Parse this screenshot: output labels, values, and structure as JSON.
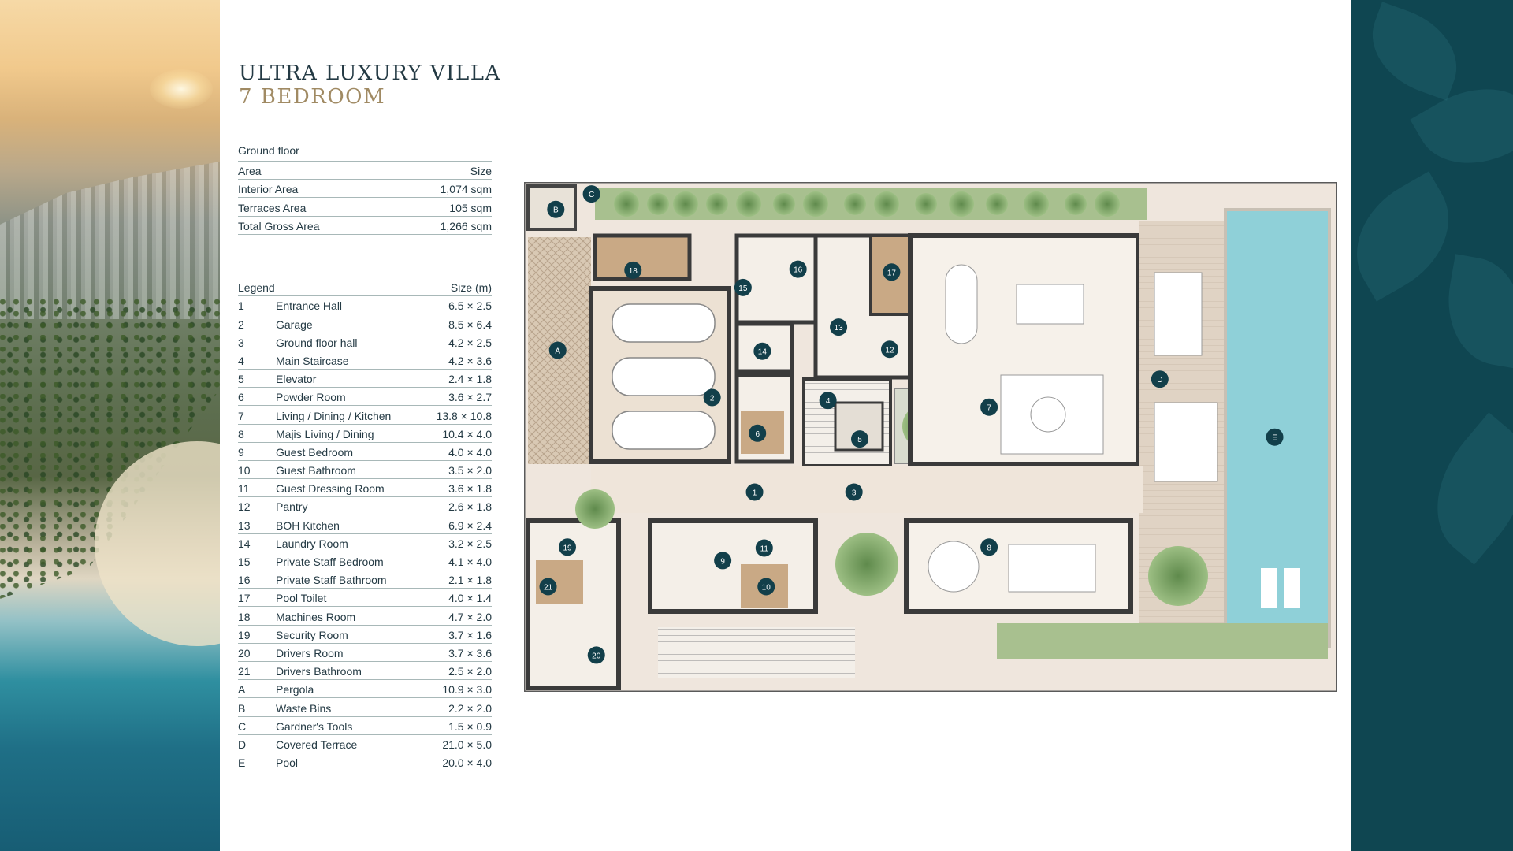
{
  "title": {
    "line1": "ULTRA LUXURY VILLA",
    "line2": "7 BEDROOM"
  },
  "ground_floor": {
    "heading": "Ground floor",
    "col_area": "Area",
    "col_size": "Size",
    "rows": [
      {
        "area": "Interior Area",
        "size": "1,074 sqm"
      },
      {
        "area": "Terraces Area",
        "size": "105 sqm"
      },
      {
        "area": "Total Gross Area",
        "size": "1,266 sqm"
      }
    ]
  },
  "legend": {
    "col_legend": "Legend",
    "col_size": "Size (m)",
    "rows": [
      {
        "code": "1",
        "name": "Entrance Hall",
        "size": "6.5 × 2.5"
      },
      {
        "code": "2",
        "name": "Garage",
        "size": "8.5 × 6.4"
      },
      {
        "code": "3",
        "name": "Ground floor hall",
        "size": "4.2 × 2.5"
      },
      {
        "code": "4",
        "name": "Main Staircase",
        "size": "4.2 × 3.6"
      },
      {
        "code": "5",
        "name": "Elevator",
        "size": "2.4 × 1.8"
      },
      {
        "code": "6",
        "name": "Powder Room",
        "size": "3.6 × 2.7"
      },
      {
        "code": "7",
        "name": "Living / Dining / Kitchen",
        "size": "13.8 × 10.8"
      },
      {
        "code": "8",
        "name": "Majis Living / Dining",
        "size": "10.4 × 4.0"
      },
      {
        "code": "9",
        "name": "Guest Bedroom",
        "size": "4.0 × 4.0"
      },
      {
        "code": "10",
        "name": "Guest Bathroom",
        "size": "3.5 × 2.0"
      },
      {
        "code": "11",
        "name": "Guest Dressing Room",
        "size": "3.6 × 1.8"
      },
      {
        "code": "12",
        "name": "Pantry",
        "size": "2.6 × 1.8"
      },
      {
        "code": "13",
        "name": "BOH Kitchen",
        "size": "6.9 × 2.4"
      },
      {
        "code": "14",
        "name": "Laundry Room",
        "size": "3.2 × 2.5"
      },
      {
        "code": "15",
        "name": "Private Staff Bedroom",
        "size": "4.1 × 4.0"
      },
      {
        "code": "16",
        "name": "Private Staff Bathroom",
        "size": "2.1 × 1.8"
      },
      {
        "code": "17",
        "name": "Pool Toilet",
        "size": "4.0 × 1.4"
      },
      {
        "code": "18",
        "name": "Machines Room",
        "size": "4.7 × 2.0"
      },
      {
        "code": "19",
        "name": "Security Room",
        "size": "3.7 × 1.6"
      },
      {
        "code": "20",
        "name": "Drivers Room",
        "size": "3.7 × 3.6"
      },
      {
        "code": "21",
        "name": "Drivers Bathroom",
        "size": "2.5 × 2.0"
      },
      {
        "code": "A",
        "name": "Pergola",
        "size": "10.9 × 3.0"
      },
      {
        "code": "B",
        "name": "Waste Bins",
        "size": "2.2 × 2.0"
      },
      {
        "code": "C",
        "name": "Gardner's Tools",
        "size": "1.5 × 0.9"
      },
      {
        "code": "D",
        "name": "Covered Terrace",
        "size": "21.0 × 5.0"
      },
      {
        "code": "E",
        "name": "Pool",
        "size": "20.0 × 4.0"
      }
    ]
  },
  "plan_markers": [
    "1",
    "2",
    "3",
    "4",
    "5",
    "6",
    "7",
    "8",
    "9",
    "10",
    "11",
    "12",
    "13",
    "14",
    "15",
    "16",
    "17",
    "18",
    "19",
    "20",
    "21",
    "A",
    "B",
    "C",
    "D",
    "E"
  ],
  "colors": {
    "teal": "#0f4651",
    "marker": "#123f4a",
    "wall": "#3a3a3a",
    "floor": "#f1e8df",
    "wood": "#c9a985",
    "pool": "#8fd0d8",
    "green": "#7ea66a",
    "gold_title": "#a08a63"
  }
}
